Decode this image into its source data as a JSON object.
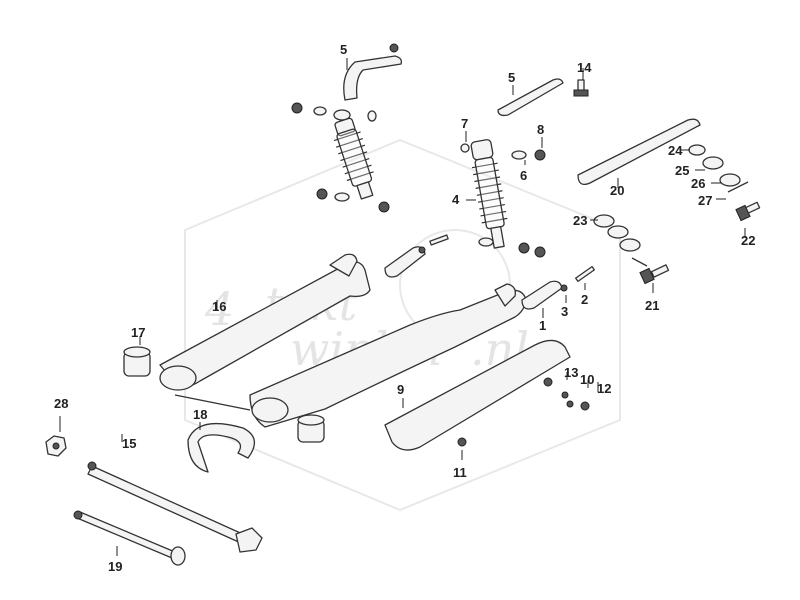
{
  "diagram": {
    "watermark_lines": [
      "4",
      "takt",
      "winkel",
      ".nl"
    ],
    "callouts": [
      {
        "id": "1",
        "text": "1"
      },
      {
        "id": "2",
        "text": "2"
      },
      {
        "id": "3",
        "text": "3"
      },
      {
        "id": "4",
        "text": "4"
      },
      {
        "id": "5a",
        "text": "5"
      },
      {
        "id": "5b",
        "text": "5"
      },
      {
        "id": "6",
        "text": "6"
      },
      {
        "id": "7",
        "text": "7"
      },
      {
        "id": "8",
        "text": "8"
      },
      {
        "id": "9",
        "text": "9"
      },
      {
        "id": "10",
        "text": "10"
      },
      {
        "id": "11",
        "text": "11"
      },
      {
        "id": "12",
        "text": "12"
      },
      {
        "id": "13",
        "text": "13"
      },
      {
        "id": "14",
        "text": "14"
      },
      {
        "id": "15",
        "text": "15"
      },
      {
        "id": "16",
        "text": "16"
      },
      {
        "id": "17",
        "text": "17"
      },
      {
        "id": "18",
        "text": "18"
      },
      {
        "id": "19",
        "text": "19"
      },
      {
        "id": "20",
        "text": "20"
      },
      {
        "id": "21",
        "text": "21"
      },
      {
        "id": "22",
        "text": "22"
      },
      {
        "id": "23",
        "text": "23"
      },
      {
        "id": "24",
        "text": "24"
      },
      {
        "id": "25",
        "text": "25"
      },
      {
        "id": "26",
        "text": "26"
      },
      {
        "id": "27",
        "text": "27"
      },
      {
        "id": "28",
        "text": "28"
      }
    ]
  }
}
